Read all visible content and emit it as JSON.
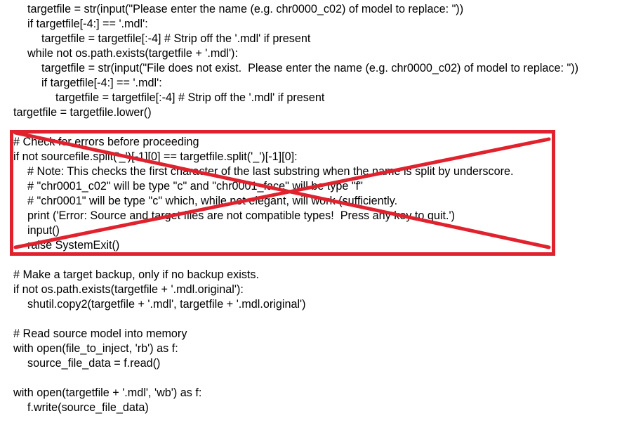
{
  "code_lines": [
    {
      "indent": 1,
      "text": "targetfile = str(input(\"Please enter the name (e.g. chr0000_c02) of model to replace: \"))"
    },
    {
      "indent": 1,
      "text": "if targetfile[-4:] == '.mdl':"
    },
    {
      "indent": 2,
      "text": "targetfile = targetfile[:-4] # Strip off the '.mdl' if present"
    },
    {
      "indent": 1,
      "text": "while not os.path.exists(targetfile + '.mdl'):"
    },
    {
      "indent": 2,
      "text": "targetfile = str(input(\"File does not exist.  Please enter the name (e.g. chr0000_c02) of model to replace: \"))"
    },
    {
      "indent": 2,
      "text": "if targetfile[-4:] == '.mdl':"
    },
    {
      "indent": 3,
      "text": "targetfile = targetfile[:-4] # Strip off the '.mdl' if present"
    },
    {
      "indent": 0,
      "text": "targetfile = targetfile.lower()"
    },
    {
      "indent": 0,
      "text": ""
    },
    {
      "indent": 0,
      "text": "# Check for errors before proceeding"
    },
    {
      "indent": 0,
      "text": "if not sourcefile.split('_')[-1][0] == targetfile.split('_')[-1][0]:"
    },
    {
      "indent": 1,
      "text": "# Note: This checks the first character of the last substring when the name is split by underscore."
    },
    {
      "indent": 1,
      "text": "# \"chr0001_c02\" will be type \"c\" and \"chr0001_face\" will be type \"f\""
    },
    {
      "indent": 1,
      "text": "# \"chr0001\" will be type \"c\" which, while not elegant, will work (sufficiently."
    },
    {
      "indent": 1,
      "text": "print ('Error: Source and target files are not compatible types!  Press any key to quit.')"
    },
    {
      "indent": 1,
      "text": "input()"
    },
    {
      "indent": 1,
      "text": "raise SystemExit()"
    },
    {
      "indent": 0,
      "text": ""
    },
    {
      "indent": 0,
      "text": "# Make a target backup, only if no backup exists."
    },
    {
      "indent": 0,
      "text": "if not os.path.exists(targetfile + '.mdl.original'):"
    },
    {
      "indent": 1,
      "text": "shutil.copy2(targetfile + '.mdl', targetfile + '.mdl.original')"
    },
    {
      "indent": 0,
      "text": ""
    },
    {
      "indent": 0,
      "text": "# Read source model into memory"
    },
    {
      "indent": 0,
      "text": "with open(file_to_inject, 'rb') as f:"
    },
    {
      "indent": 1,
      "text": "source_file_data = f.read()"
    },
    {
      "indent": 0,
      "text": ""
    },
    {
      "indent": 0,
      "text": "with open(targetfile + '.mdl', 'wb') as f:"
    },
    {
      "indent": 1,
      "text": "f.write(source_file_data)"
    }
  ],
  "colors": {
    "text": "#000000",
    "background": "#ffffff",
    "annotation": "#e0222e"
  },
  "annotation": {
    "type": "crossed-out-box",
    "covers_lines": [
      9,
      16
    ]
  }
}
